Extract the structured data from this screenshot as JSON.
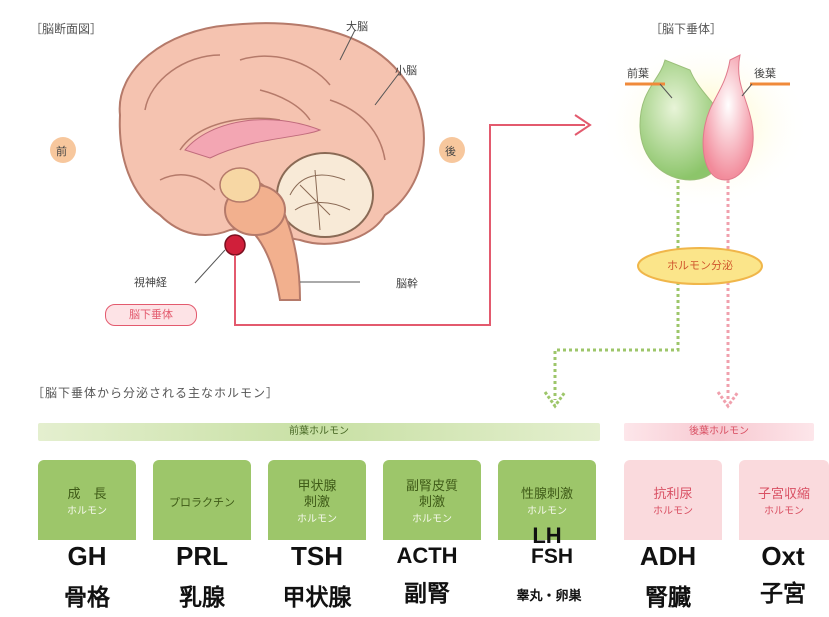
{
  "diagram": {
    "brain_title": "［脳断面図］",
    "pituitary_title": "［脳下垂体］",
    "labels": {
      "cerebrum": "大脳",
      "cerebellum": "小脳",
      "front": "前",
      "back": "後",
      "optic_nerve": "視神経",
      "pituitary": "脳下垂体",
      "brainstem": "脳幹",
      "anterior_lobe": "前葉",
      "posterior_lobe": "後葉",
      "secretion": "ホルモン分泌"
    },
    "section_title": "［脳下垂体から分泌される主なホルモン］",
    "anterior_band": "前葉ホルモン",
    "posterior_band": "後葉ホルモン",
    "hormones": [
      {
        "lines": [
          "成　長",
          "ホルモン"
        ],
        "abbr": "GH",
        "organ": "骨格"
      },
      {
        "lines": [
          "プロラクチン",
          ""
        ],
        "abbr": "PRL",
        "organ": "乳腺"
      },
      {
        "lines": [
          "甲状腺",
          "刺激",
          "ホルモン"
        ],
        "abbr": "TSH",
        "organ": "甲状腺"
      },
      {
        "lines": [
          "副腎皮質",
          "刺激",
          "ホルモン"
        ],
        "abbr": "ACTH",
        "organ": "副腎"
      },
      {
        "lines": [
          "性腺刺激",
          "ホルモン"
        ],
        "abbr_top": "LH",
        "abbr": "FSH",
        "organ": "睾丸・卵巣"
      },
      {
        "lines": [
          "抗利尿",
          "ホルモン"
        ],
        "abbr": "ADH",
        "organ": "腎臓"
      },
      {
        "lines": [
          "子宮収縮",
          "ホルモン"
        ],
        "abbr": "Oxt",
        "organ": "子宮"
      }
    ],
    "colors": {
      "anterior": "#9dc66a",
      "posterior": "#fadadd",
      "arrow": "#e35a6e",
      "accent": "#f08a3a"
    }
  }
}
